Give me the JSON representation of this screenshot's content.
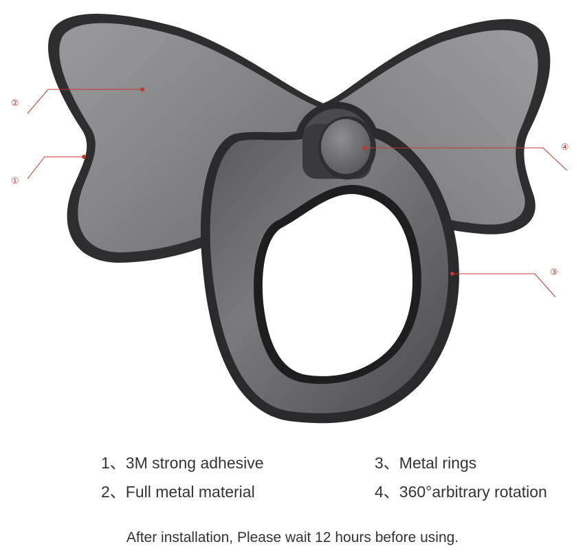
{
  "callouts": [
    {
      "number": "①",
      "part": "3M strong adhesive"
    },
    {
      "number": "②",
      "part": "Full metal material"
    },
    {
      "number": "③",
      "part": "Metal rings"
    },
    {
      "number": "④",
      "part": "360°arbitrary rotation"
    }
  ],
  "features": [
    "1、3M strong adhesive",
    "2、Full metal material",
    "3、Metal rings",
    "4、360°arbitrary rotation"
  ],
  "note": "After installation, Please wait 12 hours before using.",
  "colors": {
    "callout_line": "#c0392b",
    "metal_dark": "#2e2e30",
    "metal_mid": "#6e6e70",
    "metal_light": "#a5a5a7"
  }
}
